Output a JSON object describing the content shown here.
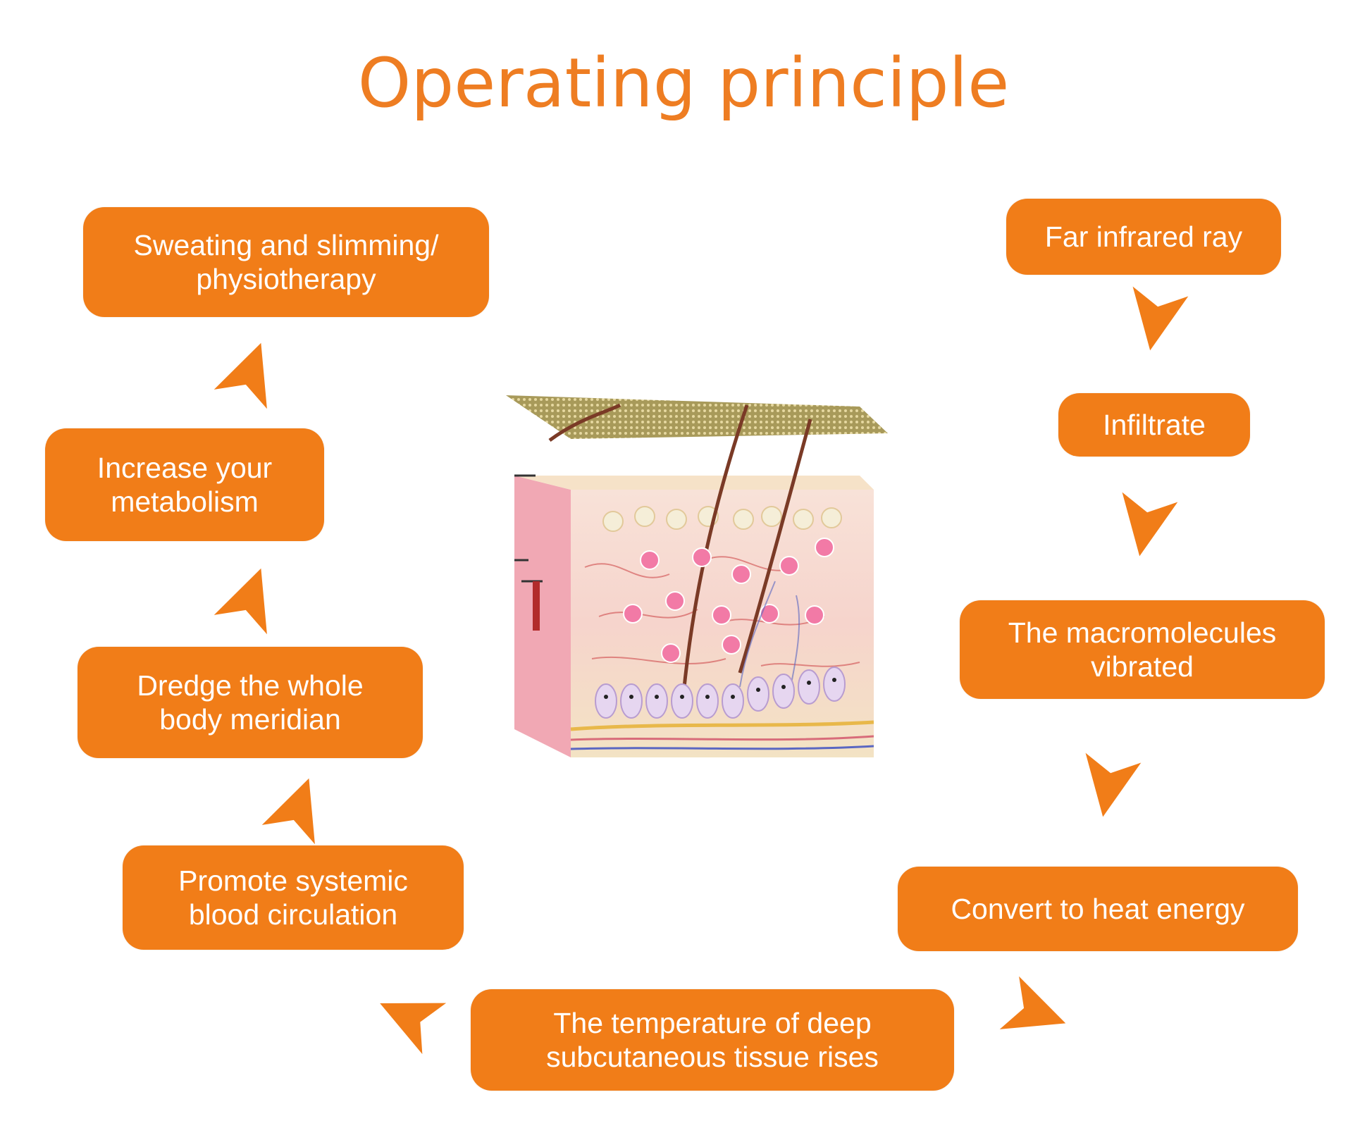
{
  "title": "Operating principle",
  "colors": {
    "accent": "#f17d18",
    "title": "#ee7d22",
    "background": "#ffffff"
  },
  "steps": [
    {
      "id": "far-infrared",
      "label": "Far infrared ray"
    },
    {
      "id": "infiltrate",
      "label": "Infiltrate"
    },
    {
      "id": "macromolecules",
      "label": "The macromolecules\nvibrated"
    },
    {
      "id": "heat-energy",
      "label": "Convert to heat energy"
    },
    {
      "id": "temperature",
      "label": "The temperature of deep\nsubcutaneous tissue rises"
    },
    {
      "id": "blood-circulation",
      "label": "Promote systemic\nblood circulation"
    },
    {
      "id": "meridian",
      "label": "Dredge the whole\nbody meridian"
    },
    {
      "id": "metabolism",
      "label": "Increase your\nmetabolism"
    },
    {
      "id": "sweating",
      "label": "Sweating and slimming/\nphysiotherapy"
    }
  ],
  "illustration": {
    "icon": "skin-cross-section-icon"
  }
}
